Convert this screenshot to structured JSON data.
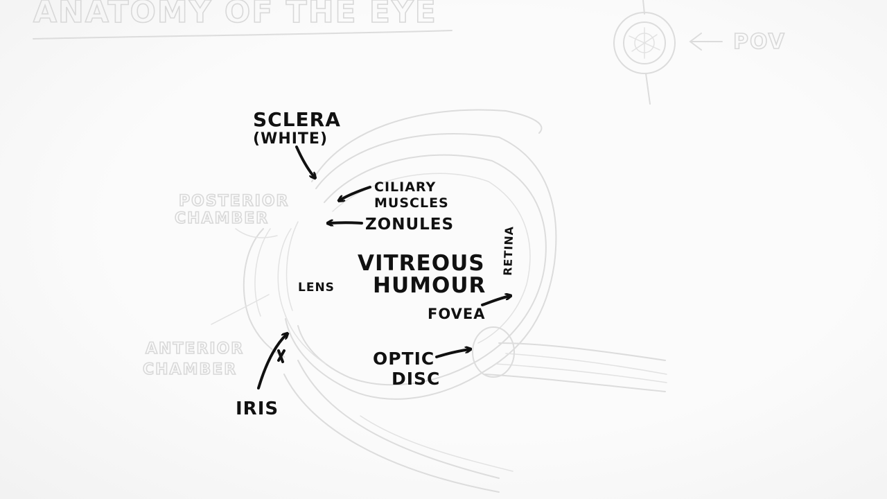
{
  "title": "ANATOMY OF THE EYE",
  "pov_label": "POV",
  "labels": {
    "sclera_line1": "SCLERA",
    "sclera_line2": "(WHITE)",
    "ciliary_line1": "CILIARY",
    "ciliary_line2": "MUSCLES",
    "zonules": "ZONULES",
    "vitreous_line1": "VITREOUS",
    "vitreous_line2": "HUMOUR",
    "lens": "LENS",
    "retina": "RETINA",
    "fovea": "FOVEA",
    "optic_line1": "OPTIC",
    "optic_line2": "DISC",
    "iris": "IRIS",
    "posterior_line1": "POSTERIOR",
    "posterior_line2": "CHAMBER",
    "anterior_line1": "ANTERIOR",
    "anterior_line2": "CHAMBER"
  }
}
